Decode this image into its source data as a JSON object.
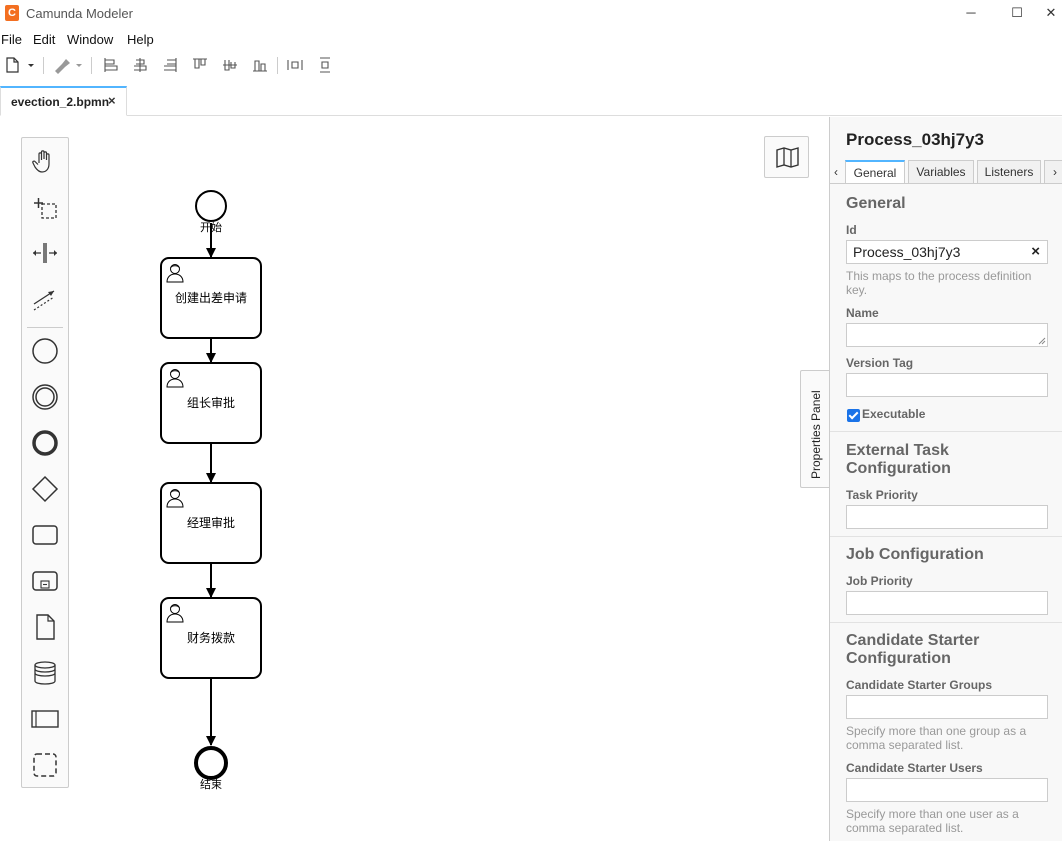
{
  "window": {
    "title": "Camunda Modeler",
    "logo_letter": "C",
    "minimize": "─",
    "maximize": "☐",
    "close": "✕"
  },
  "menu": [
    "File",
    "Edit",
    "Window",
    "Help"
  ],
  "tab": {
    "label": "evection_2.bpmn",
    "close": "×"
  },
  "diagram": {
    "start_label": "开始",
    "end_label": "结束",
    "tasks": [
      "创建出差申请",
      "组长审批",
      "经理审批",
      "财务拨款"
    ]
  },
  "props_toggle_label": "Properties Panel",
  "panel": {
    "title": "Process_03hj7y3",
    "tabs": [
      "General",
      "Variables",
      "Listeners"
    ],
    "arrow_left": "‹",
    "arrow_right": "›",
    "general": {
      "heading": "General",
      "id_label": "Id",
      "id_value": "Process_03hj7y3",
      "id_clear": "×",
      "id_hint": "This maps to the process definition key.",
      "name_label": "Name",
      "name_value": "",
      "version_label": "Version Tag",
      "version_value": "",
      "executable_label": "Executable",
      "executable_checked": true
    },
    "external": {
      "heading": "External Task Configuration",
      "priority_label": "Task Priority",
      "priority_value": ""
    },
    "job": {
      "heading": "Job Configuration",
      "priority_label": "Job Priority",
      "priority_value": ""
    },
    "candidate": {
      "heading": "Candidate Starter Configuration",
      "groups_label": "Candidate Starter Groups",
      "groups_value": "",
      "groups_hint": "Specify more than one group as a comma separated list.",
      "users_label": "Candidate Starter Users",
      "users_value": "",
      "users_hint": "Specify more than one user as a comma separated list."
    }
  }
}
